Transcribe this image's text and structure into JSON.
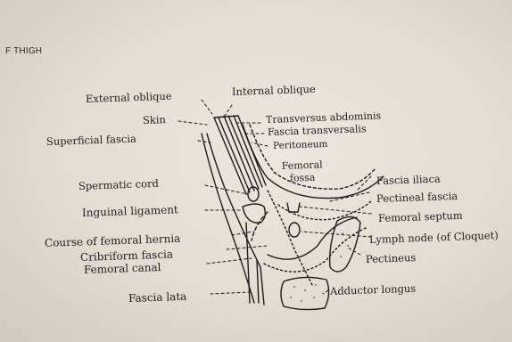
{
  "header": "F THIGH",
  "labels": {
    "external_oblique": "External oblique",
    "internal_oblique": "Internal oblique",
    "skin": "Skin",
    "transversus_abdominis": "Transversus abdominis",
    "fascia_transversalis": "Fascia transversalis",
    "superficial_fascia": "Superficial fascia",
    "peritoneum": "Peritoneum",
    "femoral_fossa": "Femoral\nfossa",
    "fascia_iliaca": "Fascia iliaca",
    "spermatic_cord": "Spermatic cord",
    "pectineal_fascia": "Pectineal fascia",
    "inguinal_ligament": "Inguinal ligament",
    "femoral_septum": "Femoral septum",
    "course_of_femoral_hernia": "Course of femoral hernia",
    "lymph_node": "Lymph node (of Cloquet)",
    "cribriform_fascia": "Cribriform fascia",
    "pectineus": "Pectineus",
    "femoral_canal": "Femoral canal",
    "fascia_lata": "Fascia lata",
    "adductor_longus": "Adductor longus"
  }
}
